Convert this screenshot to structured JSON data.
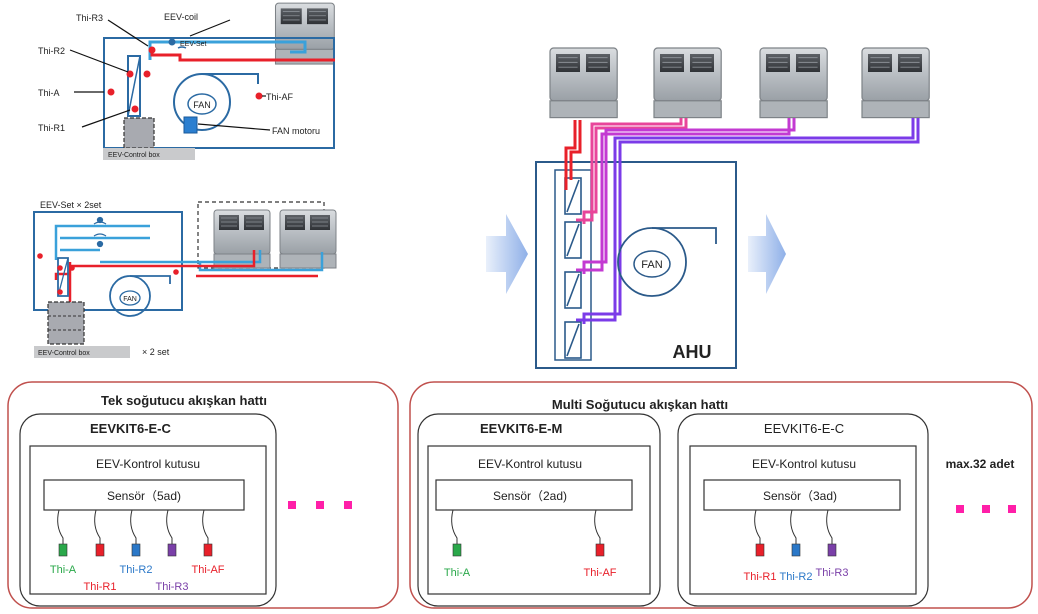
{
  "diagram1": {
    "labels": {
      "thi_r3": "Thi-R3",
      "eev_coil": "EEV-coil",
      "eev_set": "EEV-Set",
      "thi_r2": "Thi-R2",
      "thi_a": "Thi-A",
      "thi_af": "Thi-AF",
      "thi_r1": "Thi-R1",
      "fan": "FAN",
      "fan_motor": "FAN motoru",
      "control_box": "EEV-Control box"
    }
  },
  "diagram2": {
    "labels": {
      "eev_set_x2": "EEV-Set  × 2set",
      "fan": "FAN",
      "control_box": "EEV-Control box",
      "x2_set": "× 2 set"
    }
  },
  "ahu_diagram": {
    "fan": "FAN",
    "ahu_label": "AHU"
  },
  "panel_single": {
    "title": "Tek soğutucu akışkan hattı",
    "kit": {
      "name": "EEVKIT6-E-C",
      "box_label": "EEV-Kontrol kutusu",
      "sensor_label": "Sensör（5ad)",
      "sensors": [
        {
          "label": "Thi-A",
          "color": "#2aa84a"
        },
        {
          "label": "Thi-R1",
          "color": "#e8202a"
        },
        {
          "label": "Thi-R2",
          "color": "#2b78c8"
        },
        {
          "label": "Thi-R3",
          "color": "#7a3fa8"
        },
        {
          "label": "Thi-AF",
          "color": "#e8202a"
        }
      ]
    }
  },
  "panel_multi": {
    "title": "Multi Soğutucu akışkan hattı",
    "kit_m": {
      "name": "EEVKIT6-E-M",
      "box_label": "EEV-Kontrol kutusu",
      "sensor_label": "Sensör（2ad)",
      "sensors": [
        {
          "label": "Thi-A",
          "color": "#2aa84a"
        },
        {
          "label": "Thi-AF",
          "color": "#e8202a"
        }
      ]
    },
    "kit_c": {
      "name": "EEVKIT6-E-C",
      "box_label": "EEV-Kontrol kutusu",
      "sensor_label": "Sensör（3ad)",
      "sensors": [
        {
          "label": "Thi-R1",
          "color": "#e8202a"
        },
        {
          "label": "Thi-R2",
          "color": "#2b78c8"
        },
        {
          "label": "Thi-R3",
          "color": "#7a3fa8"
        }
      ]
    },
    "max_label": "max.32 adet"
  },
  "colors": {
    "red_line": "#e8202a",
    "pink_line": "#e8459a",
    "magenta_line": "#c33ad2",
    "purple_line": "#7b3be8",
    "blue_line": "#2b8fcf",
    "dots": "#ff1fa8",
    "panel_border": "#c0504d"
  }
}
